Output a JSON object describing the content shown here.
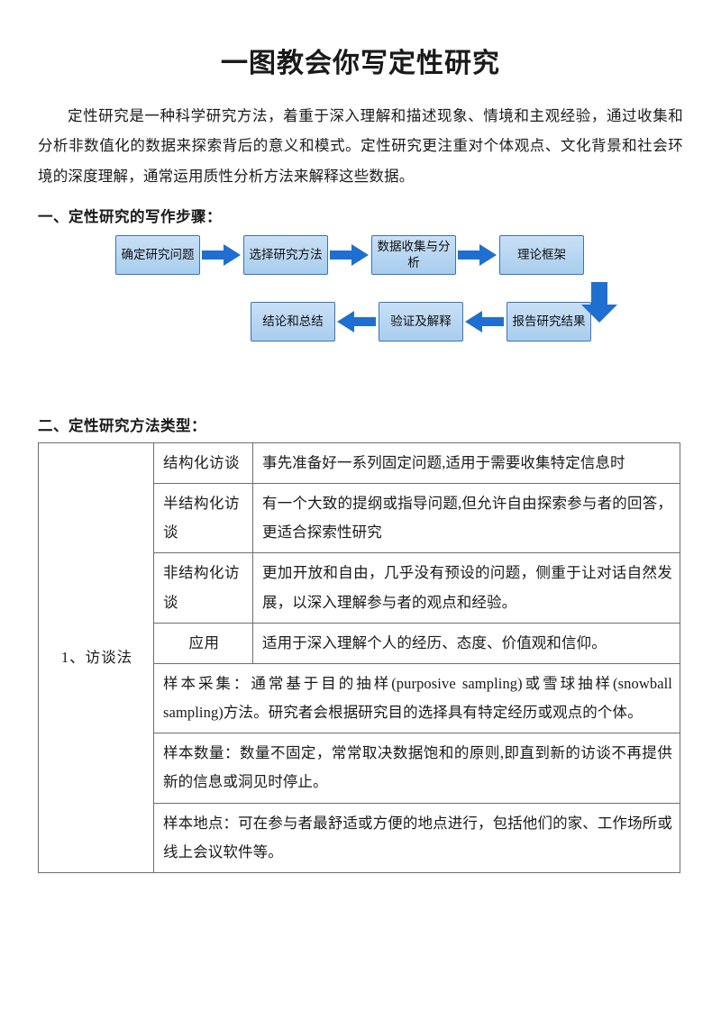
{
  "document": {
    "title": "一图教会你写定性研究",
    "intro": "定性研究是一种科学研究方法，着重于深入理解和描述现象、情境和主观经验，通过收集和分析非数值化的数据来探索背后的意义和模式。定性研究更注重对个体观点、文化背景和社会环境的深度理解，通常运用质性分析方法来解释这些数据。"
  },
  "sections": {
    "one": {
      "heading": "一、定性研究的写作步骤："
    },
    "two": {
      "heading": "二、定性研究方法类型："
    }
  },
  "flowchart": {
    "accent_box_border": "#3d72b4",
    "accent_box_fill": "#a8cdee",
    "accent_arrow": "#1f6fd0",
    "row1": [
      {
        "label": "确定研究问题"
      },
      {
        "label": "选择研究方法"
      },
      {
        "label": "数据收集与分析"
      },
      {
        "label": "理论框架"
      }
    ],
    "row2": [
      {
        "label": "结论和总结"
      },
      {
        "label": "验证及解释"
      },
      {
        "label": "报告研究结果"
      }
    ]
  },
  "table": {
    "category": "1、访谈法",
    "rows": [
      {
        "subtype": "结构化访谈",
        "desc": "事先准备好一系列固定问题,适用于需要收集特定信息时"
      },
      {
        "subtype": "半结构化访谈",
        "desc": "有一个大致的提纲或指导问题,但允许自由探索参与者的回答，更适合探索性研究"
      },
      {
        "subtype": "非结构化访谈",
        "desc": "更加开放和自由，几乎没有预设的问题，侧重于让对话自然发展，以深入理解参与者的观点和经验。"
      },
      {
        "subtype": "应用",
        "desc": "适用于深入理解个人的经历、态度、价值观和信仰。"
      }
    ],
    "details": [
      "样本采集：通常基于目的抽样(purposive sampling)或雪球抽样(snowball sampling)方法。研究者会根据研究目的选择具有特定经历或观点的个体。",
      "样本数量：数量不固定，常常取决数据饱和的原则,即直到新的访谈不再提供新的信息或洞见时停止。",
      "样本地点：可在参与者最舒适或方便的地点进行，包括他们的家、工作场所或线上会议软件等。"
    ]
  }
}
